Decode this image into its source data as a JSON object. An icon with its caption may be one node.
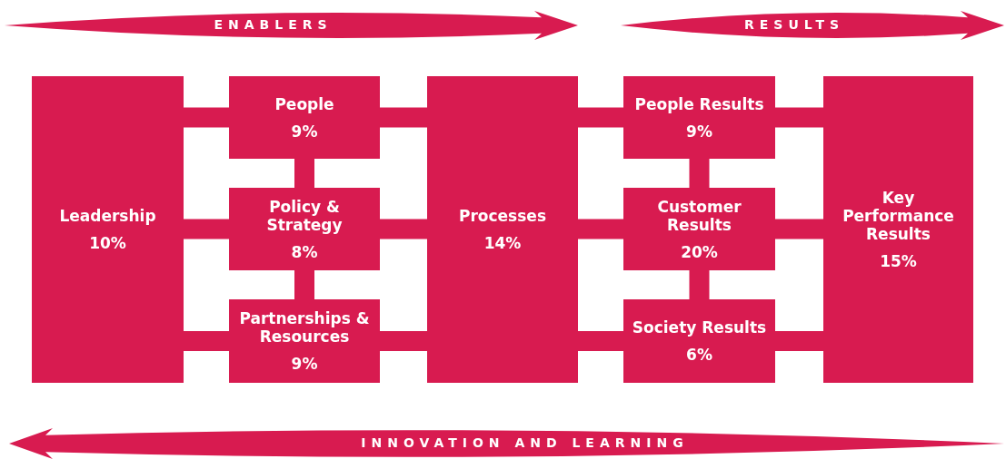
{
  "diagram": {
    "nodes": [
      {
        "text": [
          "Leadership",
          "10%"
        ]
      },
      {
        "text": [
          "People",
          "9%"
        ]
      },
      {
        "text": [
          "Policy & Strategy",
          "8%"
        ]
      },
      {
        "text": [
          "Partnerships & Resources",
          "9%"
        ]
      },
      {
        "text": [
          "Processes",
          "14%"
        ]
      },
      {
        "text": [
          "People Results",
          "9%"
        ]
      },
      {
        "text": [
          "Customer Results",
          "20%"
        ]
      },
      {
        "text": [
          "Society Results",
          "6%"
        ]
      },
      {
        "text": [
          "Key Performance Results",
          "15%"
        ]
      }
    ],
    "edges": [
      {
        "from": 0,
        "to": 1,
        "arrow": "none"
      },
      {
        "from": 0,
        "to": 2,
        "arrow": "none"
      },
      {
        "from": 0,
        "to": 3,
        "arrow": "none"
      },
      {
        "from": 1,
        "to": 2,
        "arrow": "none"
      },
      {
        "from": 2,
        "to": 3,
        "arrow": "none"
      },
      {
        "from": 1,
        "to": 4,
        "arrow": "none"
      },
      {
        "from": 2,
        "to": 4,
        "arrow": "none"
      },
      {
        "from": 3,
        "to": 4,
        "arrow": "none"
      },
      {
        "from": 4,
        "to": 5,
        "arrow": "none"
      },
      {
        "from": 4,
        "to": 6,
        "arrow": "none"
      },
      {
        "from": 4,
        "to": 7,
        "arrow": "none"
      },
      {
        "from": 5,
        "to": 6,
        "arrow": "none"
      },
      {
        "from": 6,
        "to": 7,
        "arrow": "none"
      },
      {
        "from": 5,
        "to": 8,
        "arrow": "none"
      },
      {
        "from": 6,
        "to": 8,
        "arrow": "none"
      },
      {
        "from": 7,
        "to": 8,
        "arrow": "none"
      }
    ],
    "labels": [
      "ENABLERS",
      "RESULTS",
      "INNOVATION AND LEARNING"
    ]
  }
}
